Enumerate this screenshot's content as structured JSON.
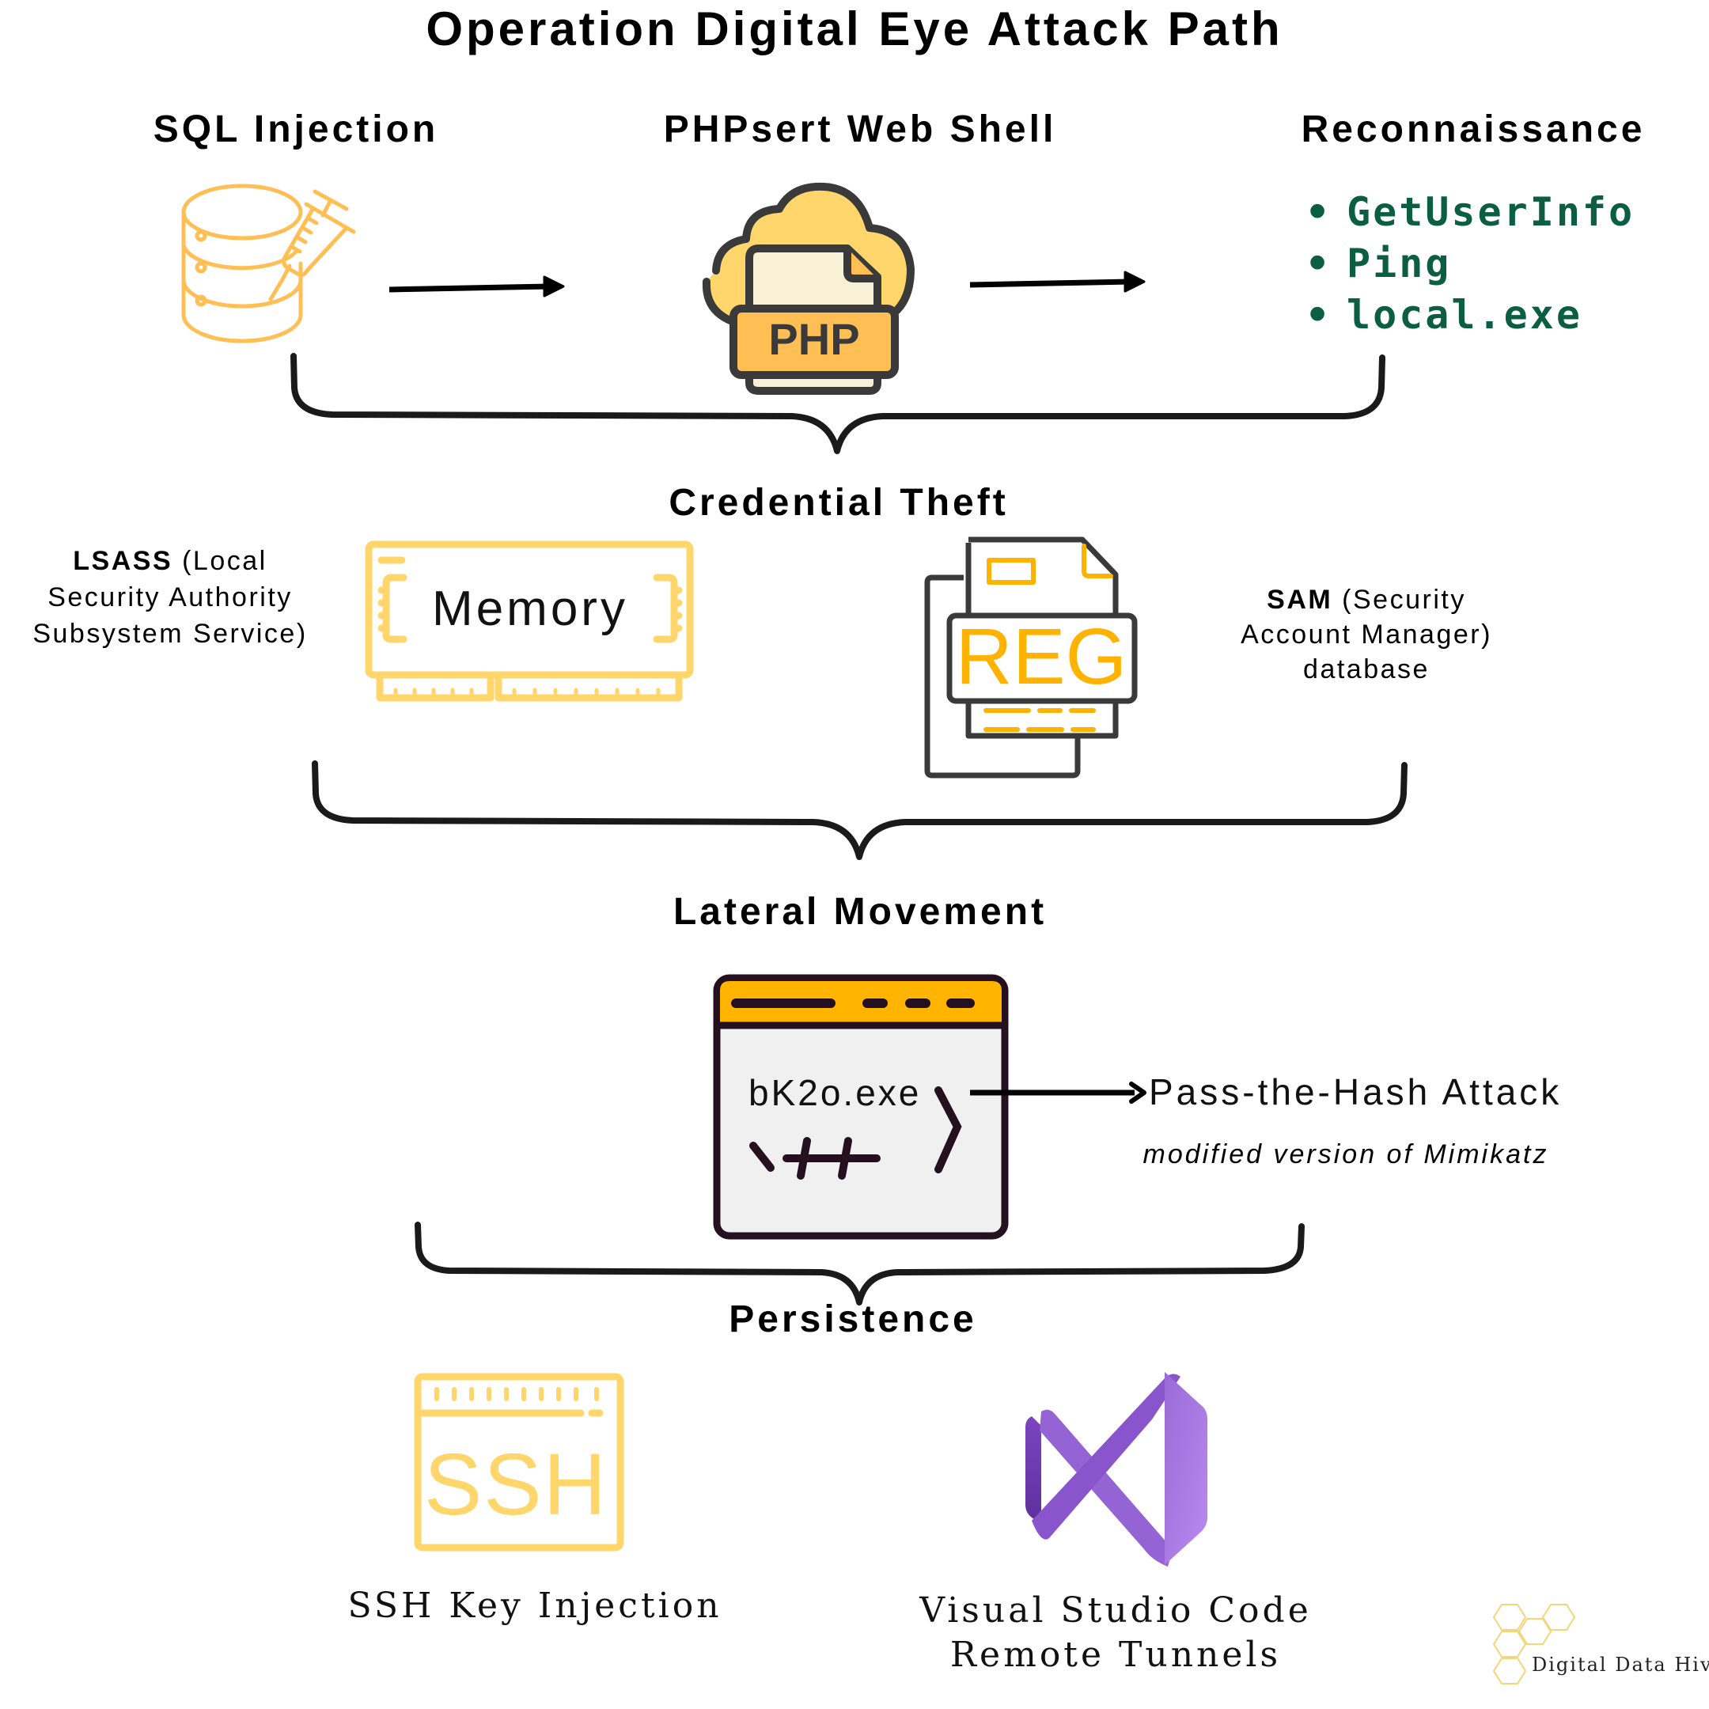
{
  "title": "Operation Digital Eye Attack Path",
  "stages": {
    "sql_injection": {
      "label": "SQL Injection",
      "icon": "database-syringe-icon"
    },
    "web_shell": {
      "label": "PHPsert Web Shell",
      "icon": "php-cloud-file-icon",
      "icon_text": "PHP"
    },
    "reconnaissance": {
      "label": "Reconnaissance",
      "bullet": "•",
      "items": [
        "GetUserInfo",
        "Ping",
        "local.exe"
      ]
    },
    "credential_theft": {
      "label": "Credential Theft",
      "lsass": {
        "bold": "LSASS",
        "rest_line1": " (Local",
        "line2": "Security Authority",
        "line3": "Subsystem Service)"
      },
      "memory_icon_text": "Memory",
      "reg_icon_text": "REG",
      "sam": {
        "bold": "SAM",
        "rest_line1": " (Security",
        "line2": "Account Manager)",
        "line3": "database"
      }
    },
    "lateral_movement": {
      "label": "Lateral Movement",
      "executable": "bK2o.exe",
      "technique": "Pass-the-Hash Attack",
      "note": "modified version of Mimikatz"
    },
    "persistence": {
      "label": "Persistence",
      "ssh_icon_text": "SSH",
      "ssh_label": "SSH Key Injection",
      "vscode_label_line1": "Visual Studio Code",
      "vscode_label_line2": "Remote Tunnels"
    }
  },
  "branding": {
    "logo_text": "Digital Data Hive"
  },
  "colors": {
    "accent_yellow": "#ffd66b",
    "accent_orange": "#ffbf55",
    "reg_orange": "#ffb300",
    "terminal_yellow": "#ffb400",
    "recon_green": "#0b5e42",
    "vs_purple": "#8a55cc",
    "ink": "#222222"
  }
}
